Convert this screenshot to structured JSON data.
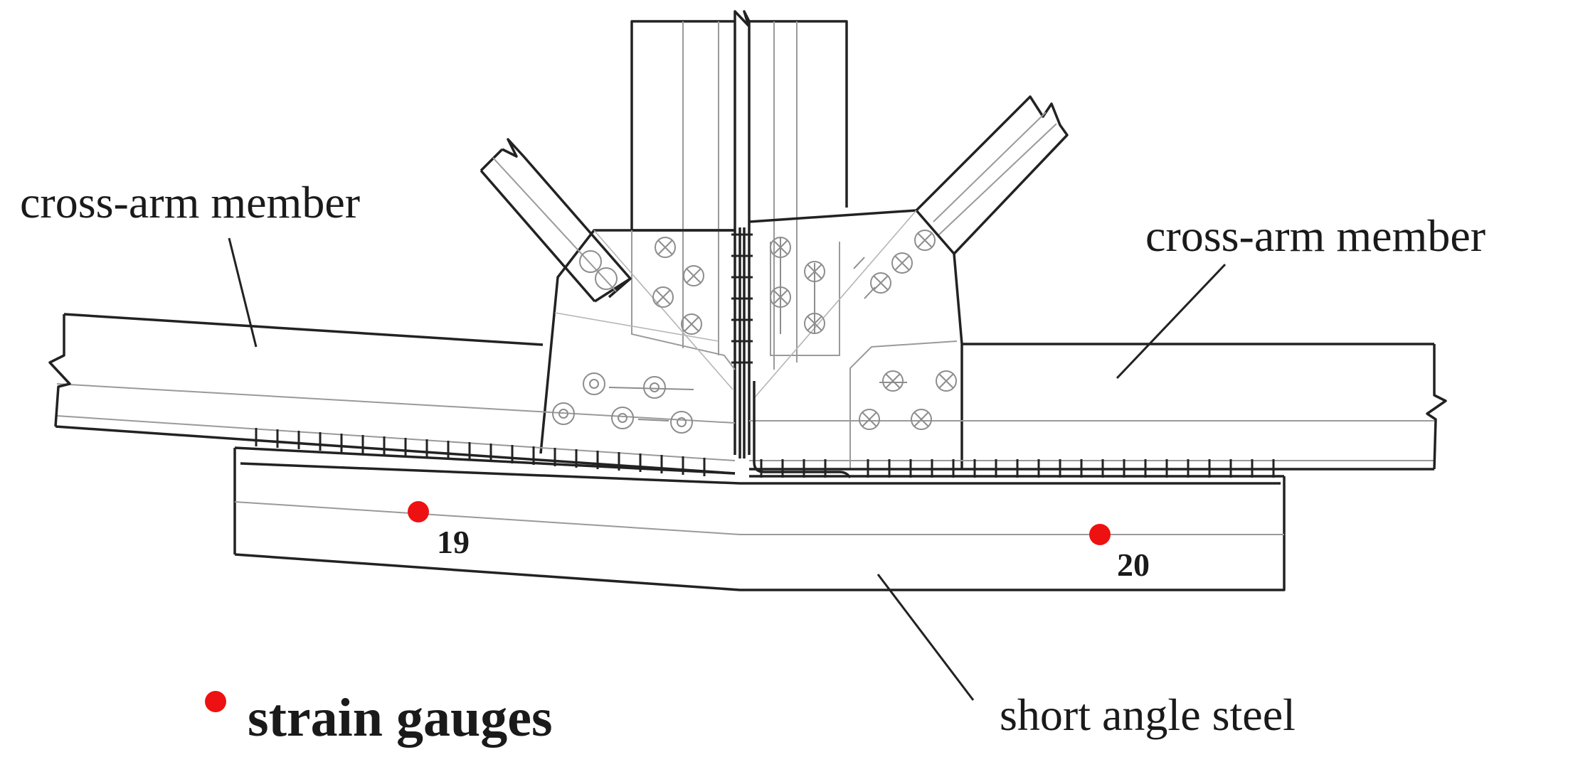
{
  "labels": {
    "cross_arm_left": "cross-arm member",
    "cross_arm_right": "cross-arm member",
    "short_angle_steel": "short angle steel",
    "legend": "strain gauges"
  },
  "gauges": [
    {
      "id": "19"
    },
    {
      "id": "20"
    }
  ],
  "colors": {
    "gauge": "#ee1111",
    "line": "#222222",
    "thin_line": "#9a9a9a"
  }
}
